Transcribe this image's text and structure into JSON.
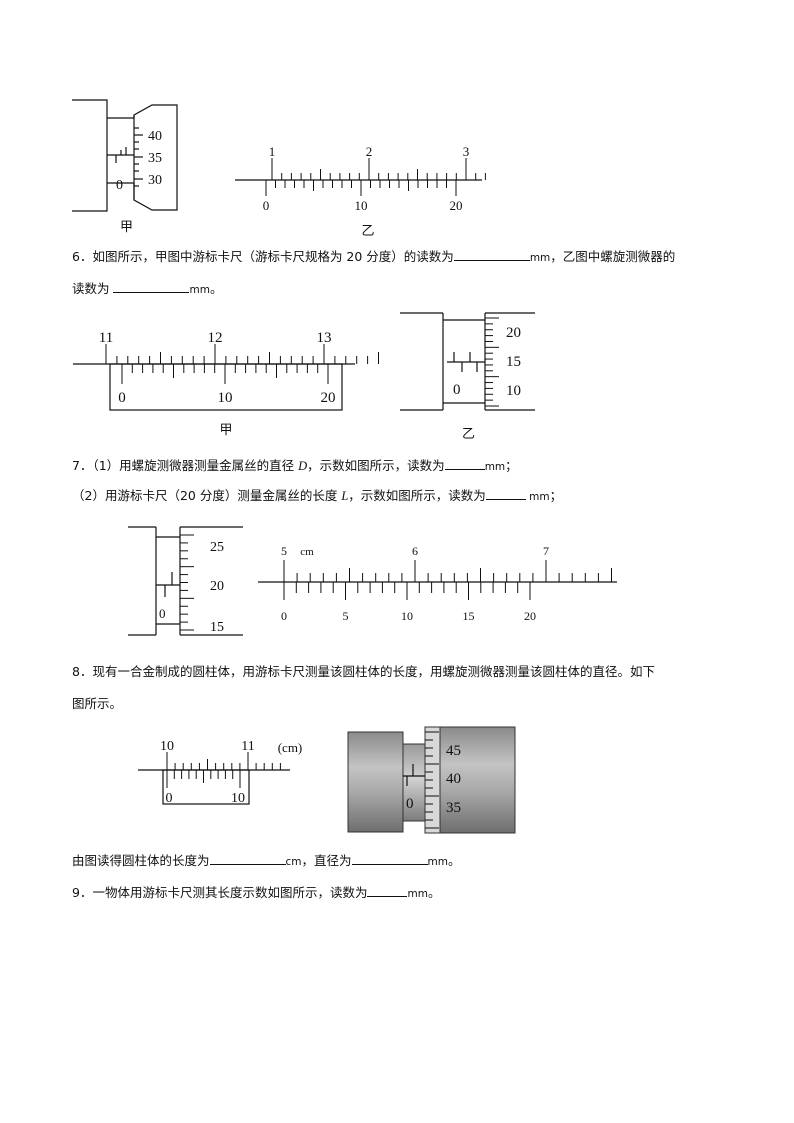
{
  "figure5": {
    "micrometer": {
      "thimble_labels": [
        "40",
        "35",
        "30"
      ],
      "sleeve_zero": "0",
      "caption": "甲"
    },
    "ruler": {
      "main_labels": [
        "1",
        "2",
        "3"
      ],
      "vernier_labels": [
        "0",
        "10",
        "20"
      ],
      "caption": "乙"
    }
  },
  "q6": {
    "line1_a": "6．如图所示，甲图中游标卡尺（游标卡尺规格为 20 分度）的读数为",
    "unit1": "mm",
    "line1_b": "，乙图中螺旋测微器的",
    "line2_a": "读数为 ",
    "unit2": "mm",
    "line2_end": "。",
    "caliper": {
      "main_labels": [
        "11",
        "12",
        "13"
      ],
      "vernier_labels": [
        "0",
        "10",
        "20"
      ],
      "caption": "甲"
    },
    "micrometer": {
      "thimble_labels": [
        "20",
        "15",
        "10"
      ],
      "sleeve_zero": "0",
      "caption": "乙"
    }
  },
  "q7": {
    "line1_a": "7．（1）用螺旋测微器测量金属丝的直径 ",
    "var_d": "D",
    "line1_b": "，示数如图所示，读数为",
    "unit1": "mm",
    "line1_end": "；",
    "line2_a": "（2）用游标卡尺（20 分度）测量金属丝的长度 ",
    "var_l": "L",
    "line2_b": "，示数如图所示，读数为",
    "unit2": " mm",
    "line2_end": "；",
    "micrometer": {
      "thimble_labels": [
        "25",
        "20",
        "15"
      ],
      "sleeve_zero": "0"
    },
    "caliper": {
      "main_labels": [
        "5",
        "6",
        "7"
      ],
      "main_unit": "cm",
      "vernier_labels": [
        "0",
        "5",
        "10",
        "15",
        "20"
      ]
    }
  },
  "q8": {
    "line1": "8．现有一合金制成的圆柱体，用游标卡尺测量该圆柱体的长度，用螺旋测微器测量该圆柱体的直径。如下",
    "line2": "图所示。",
    "caliper": {
      "main_labels": [
        "10",
        "11"
      ],
      "unit": "(cm)",
      "vernier_labels": [
        "0",
        "10"
      ]
    },
    "micrometer": {
      "thimble_labels": [
        "45",
        "40",
        "35"
      ],
      "sleeve_zero": "0"
    },
    "result_a": "由图读得圆柱体的长度为",
    "unit1": "cm",
    "result_b": "，直径为",
    "unit2": "mm",
    "result_end": "。"
  },
  "q9": {
    "text": "9．一物体用游标卡尺测其长度示数如图所示，读数为",
    "unit": "mm",
    "end": "。"
  }
}
